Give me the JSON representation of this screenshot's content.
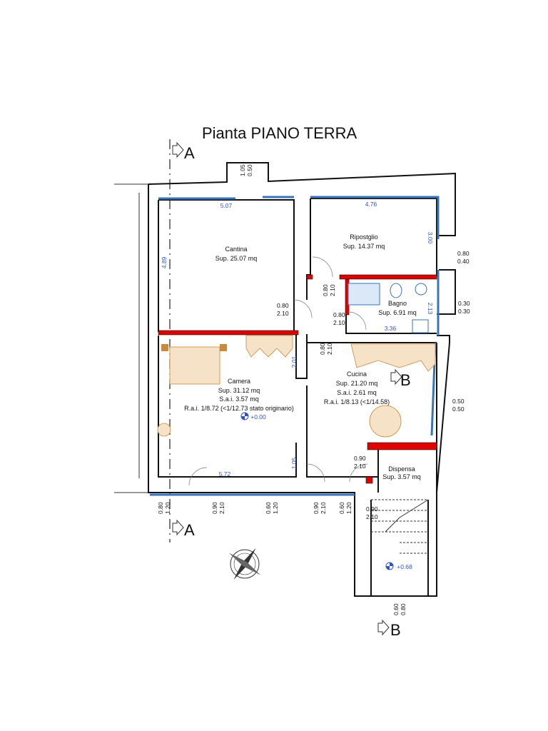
{
  "title": "Pianta PIANO TERRA",
  "sections": {
    "a_top": "A",
    "a_bottom": "A",
    "b_top": "B",
    "b_bottom": "B"
  },
  "rooms": {
    "cantina": {
      "name": "Cantina",
      "area": "Sup. 25.07 mq"
    },
    "ripostiglio": {
      "name": "Ripostglio",
      "area": "Sup. 14.37 mq"
    },
    "bagno": {
      "name": "Bagno",
      "area": "Sup. 6.91 mq"
    },
    "camera": {
      "name": "Camera",
      "area": "Sup. 31.12 mq",
      "sai": "S.a.i. 3.57 mq",
      "rai": "R.a.i. 1/8.72 (<1/12.73 stato originario)"
    },
    "cucina": {
      "name": "Cucina",
      "area": "Sup. 21.20 mq",
      "sai": "S.a.i. 2.61 mq",
      "rai": "R.a.i. 1/8.13 (<1/14.58)"
    },
    "dispensa": {
      "name": "Dispensa",
      "area": "Sup. 3.57 mq"
    }
  },
  "levels": {
    "ground": "+0.00",
    "stair": "+0.68"
  },
  "dimensions": [
    "5.07",
    "4.76",
    "3.00",
    "4.89",
    "2.13",
    "3.36",
    "2.01",
    "1.05",
    "5.72"
  ],
  "openings": [
    {
      "w": "1.05",
      "h": "0.50"
    },
    {
      "w": "0.80",
      "h": "0.40"
    },
    {
      "w": "0.30",
      "h": "0.30"
    },
    {
      "w": "0.50",
      "h": "0.50"
    },
    {
      "w": "0.80",
      "h": "2.10"
    },
    {
      "w": "0.80",
      "h": "2.10"
    },
    {
      "w": "0.80",
      "h": "2.10"
    },
    {
      "w": "0.80",
      "h": "2.10"
    },
    {
      "w": "0.90",
      "h": "2.10"
    },
    {
      "w": "0.80",
      "h": "1.20"
    },
    {
      "w": "0.90",
      "h": "2.10"
    },
    {
      "w": "0.60",
      "h": "1.20"
    },
    {
      "w": "0.90",
      "h": "2.10"
    },
    {
      "w": "0.60",
      "h": "1.20"
    },
    {
      "w": "0.90",
      "h": "2.10"
    },
    {
      "w": "0.60",
      "h": "0.80"
    }
  ],
  "colors": {
    "new_wall": "#e00000",
    "insulation": "#3b73b9",
    "dimension_text": "#2f55c0"
  }
}
